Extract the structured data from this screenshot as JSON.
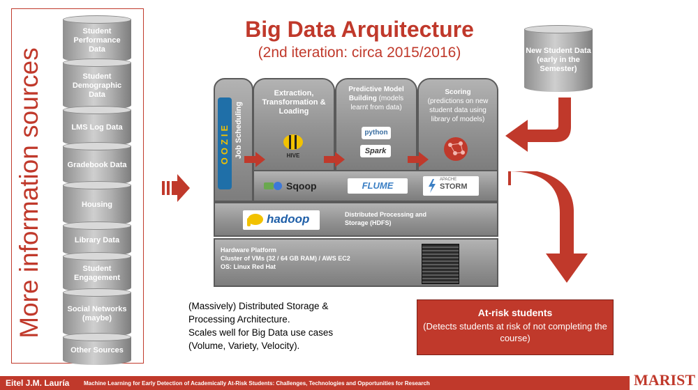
{
  "sources": {
    "heading": "More information sources",
    "items": [
      "Student Performance Data",
      "Student Demographic Data",
      "LMS Log Data",
      "Gradebook Data",
      "Housing",
      "Library Data",
      "Student Engagement",
      "Social Networks (maybe)",
      "Other Sources"
    ]
  },
  "title": "Big Data Arquitecture",
  "subtitle": "(2nd iteration: circa 2015/2016)",
  "new_student": {
    "line1": "New Student Data",
    "line2": "(early in the Semester)"
  },
  "architecture": {
    "job_scheduling": "Job Scheduling",
    "oozie_logo": "OOZIE",
    "etl": {
      "title": "Extraction, Transformation & Loading",
      "logo": "HIVE"
    },
    "modeling": {
      "title": "Predictive Model Building",
      "subtitle": "(models learnt from data)",
      "logo_python": "python",
      "logo_spark": "Spark"
    },
    "scoring": {
      "title": "Scoring",
      "subtitle": "(predictions on new student data using library of models)"
    },
    "ingest": {
      "sqoop": "Sqoop",
      "flume": "FLUME",
      "storm_prefix": "APACHE",
      "storm": "STORM"
    },
    "hdfs": {
      "logo": "hadoop",
      "text": "Distributed Processing and Storage (HDFS)"
    },
    "hardware": {
      "line1": "Hardware Platform",
      "line2": "Cluster of VMs (32 / 64 GB RAM) / AWS EC2",
      "line3": "OS: Linux Red Hat"
    }
  },
  "description": [
    "(Massively) Distributed Storage &",
    "Processing  Architecture.",
    "Scales well for Big Data use cases",
    "(Volume, Variety, Velocity)."
  ],
  "at_risk": {
    "title": "At-risk students",
    "desc": "(Detects students at risk of not completing the course)"
  },
  "footer": {
    "author": "Eitel J.M. Lauría",
    "talk": "Machine Learning for Early Detection of Academically At-Risk Students: Challenges, Technologies and Opportunities for Research",
    "logo": "MARIST"
  },
  "colors": {
    "accent": "#c0392b",
    "panel": "#939393"
  }
}
